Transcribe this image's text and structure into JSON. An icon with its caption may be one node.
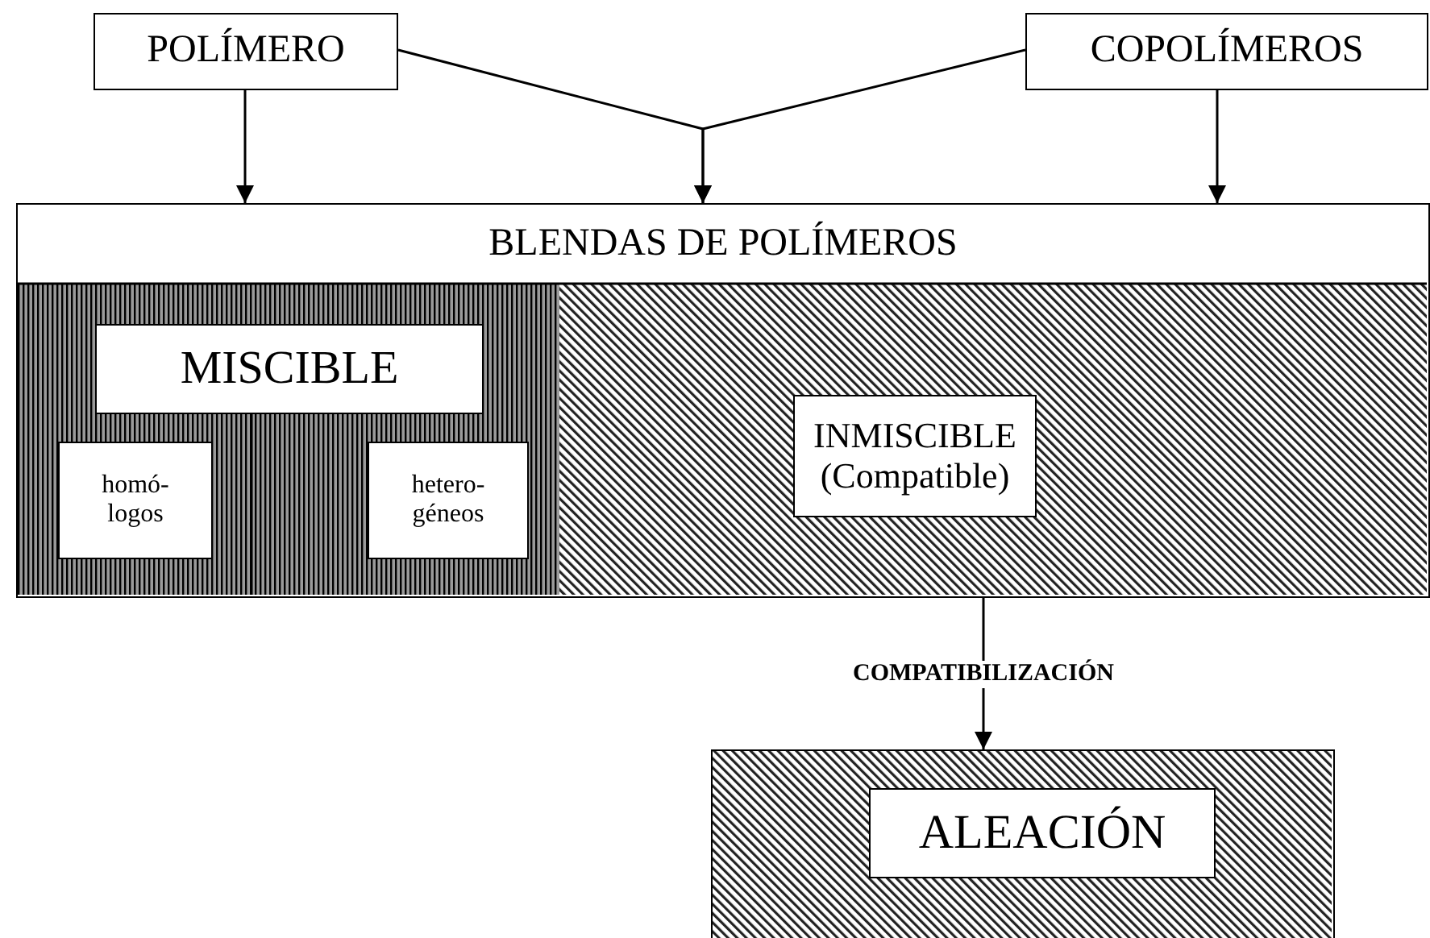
{
  "diagram": {
    "nodes": [
      {
        "text": [
          "POLÍMERO"
        ]
      },
      {
        "text": [
          "COPOLÍMEROS"
        ]
      },
      {
        "text": [
          "BLENDAS DE POLÍMEROS"
        ]
      },
      {
        "text": [
          "MISCIBLE"
        ],
        "in": 2
      },
      {
        "text": [
          "homó- logos"
        ],
        "in": 2
      },
      {
        "text": [
          "hetero- géneos"
        ],
        "in": 2
      },
      {
        "text": [
          "INMISCIBLE (Compatible)"
        ],
        "in": 2
      },
      {
        "text": [],
        "shape": "box"
      },
      {
        "text": [
          "ALEACIÓN"
        ],
        "in": 7
      }
    ],
    "edges": [
      {
        "from": 0,
        "to": 2,
        "arrow": "to"
      },
      {
        "from": 0,
        "to": 2,
        "arrow": "to"
      },
      {
        "from": 1,
        "to": 2,
        "arrow": "to"
      },
      {
        "from": 1,
        "to": 2,
        "arrow": "to"
      },
      {
        "from": 2,
        "to": 7,
        "arrow": "to",
        "label": "COMPATIBILIZACIÓN"
      }
    ]
  }
}
